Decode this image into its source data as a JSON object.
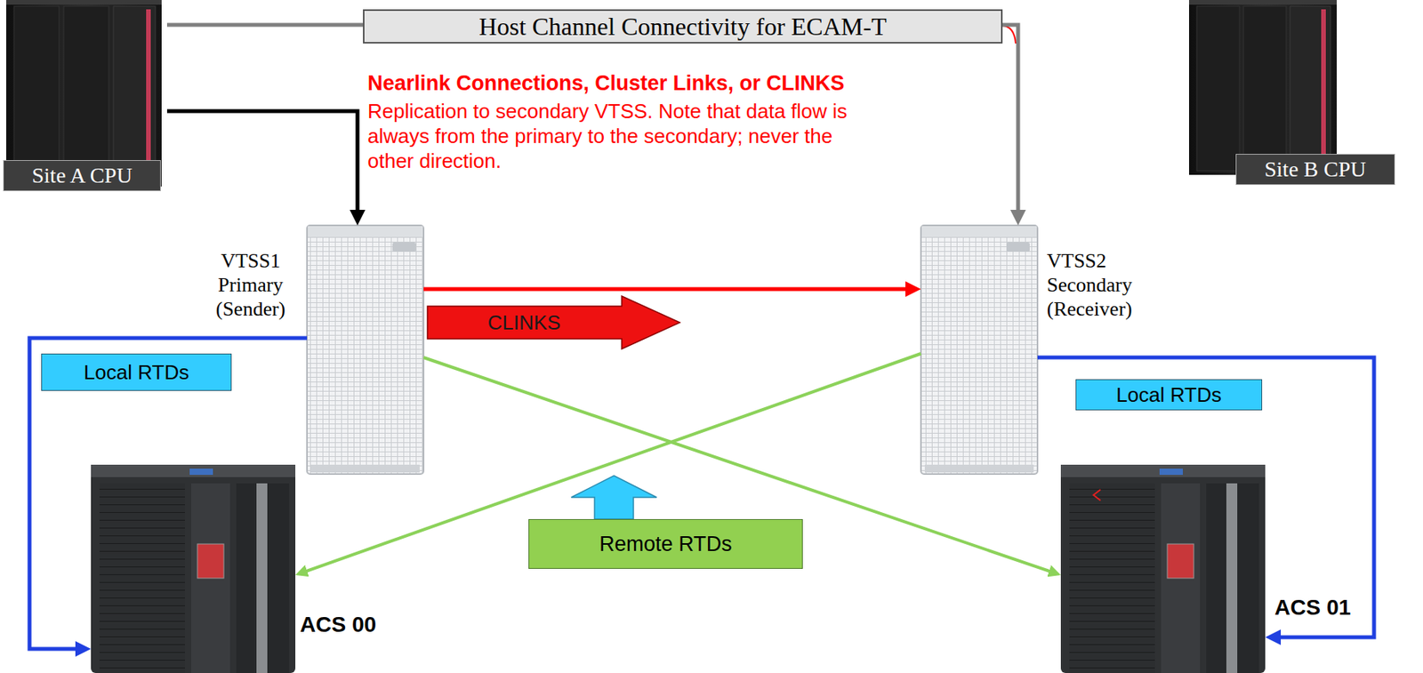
{
  "diagram": {
    "nodes": [
      {
        "text": [
          "Host Channel Connectivity for ECAM-T"
        ]
      },
      {
        "text": [
          "Site A CPU"
        ]
      },
      {
        "text": [
          "Site B CPU"
        ]
      },
      {
        "text": [
          "VTSS1 Primary (Sender)"
        ]
      },
      {
        "text": [
          "VTSS2 Secondary (Receiver)"
        ]
      },
      {
        "text": [
          "CLINKS"
        ]
      },
      {
        "text": [
          "Local RTDs"
        ]
      },
      {
        "text": [
          "Local RTDs"
        ]
      },
      {
        "text": [
          "Remote RTDs"
        ]
      },
      {
        "text": [
          "ACS 00"
        ]
      },
      {
        "text": [
          "ACS 01"
        ]
      }
    ],
    "edges": [
      {
        "from": 1,
        "to": 3,
        "arrow": "to"
      },
      {
        "from": 1,
        "to": 4,
        "arrow": "to"
      },
      {
        "from": 3,
        "to": 4,
        "arrow": "to"
      },
      {
        "from": 3,
        "to": 9,
        "arrow": "to"
      },
      {
        "from": 4,
        "to": 10,
        "arrow": "to"
      },
      {
        "from": 3,
        "to": 10,
        "arrow": "to"
      },
      {
        "from": 4,
        "to": 9,
        "arrow": "to"
      }
    ],
    "labels": [
      "Nearlink Connections, Cluster Links, or CLINKS",
      "Replication to secondary VTSS. Note that data flow is always from the primary to the secondary; never the other direction."
    ]
  }
}
